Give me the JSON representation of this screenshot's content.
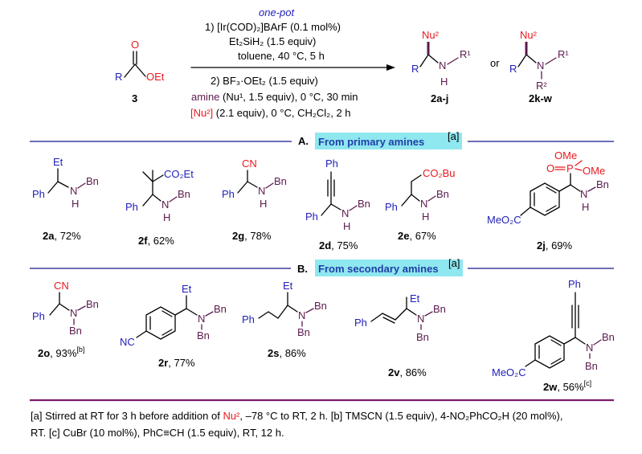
{
  "conditions": {
    "one_pot": "one-pot",
    "step1_catalyst": "1) [Ir(COD)₂]BArF (0.1 mol%)",
    "step1_silane": "Et₂SiH₂ (1.5 equiv)",
    "step1_solvent": "toluene, 40 °C, 5 h",
    "step2_acid": "2) BF₃·OEt₂ (1.5 equiv)",
    "step2_amine_word": "amine",
    "step2_amine_rest": " (Nu¹, 1.5 equiv), 0 °C, 30 min",
    "step2_nu2_label": "[Nu²]",
    "step2_nu2_rest": " (2.1 equiv), 0 °C, CH₂Cl₂, 2 h",
    "or_word": "or"
  },
  "starting_material": {
    "number": "3",
    "r": "R",
    "o": "O",
    "oet": "OEt"
  },
  "products": {
    "sec_label": "2a-j",
    "tert_label": "2k-w",
    "nu2": "Nu²",
    "r": "R",
    "n": "N",
    "h": "H",
    "r1": "R¹",
    "r2": "R²"
  },
  "sections": {
    "a_letter": "A.",
    "a_title": "From primary amines",
    "a_note": "[a]",
    "b_letter": "B.",
    "b_title": "From secondary amines",
    "b_note": "[a]"
  },
  "compounds_a": [
    {
      "id": "2a",
      "yield": ", 72%"
    },
    {
      "id": "2f",
      "yield": ", 62%"
    },
    {
      "id": "2g",
      "yield": ", 78%"
    },
    {
      "id": "2d",
      "yield": ", 75%"
    },
    {
      "id": "2e",
      "yield": ", 67%"
    },
    {
      "id": "2j",
      "yield": ", 69%"
    }
  ],
  "compounds_b": [
    {
      "id": "2o",
      "yield": ", 93%",
      "note": "[b]"
    },
    {
      "id": "2r",
      "yield": ", 77%"
    },
    {
      "id": "2s",
      "yield": ", 86%"
    },
    {
      "id": "2v",
      "yield": ", 86%"
    },
    {
      "id": "2w",
      "yield": ", 56%",
      "note": "[c]"
    }
  ],
  "atoms": {
    "et": "Et",
    "ph": "Ph",
    "n": "N",
    "h": "H",
    "bn": "Bn",
    "cn": "CN",
    "co2et": "CO₂Et",
    "co2bu": "CO₂Bu",
    "p": "P",
    "o": "O",
    "ome": "OMe",
    "meo2c": "MeO₂C",
    "nc": "NC"
  },
  "footnote": {
    "line1_a": "[a] Stirred at RT for 3 h before addition of ",
    "line1_nu2": "Nu²",
    "line1_b": ", –78 °C to RT,  2 h. [b] TMSCN (1.5 equiv), 4-NO₂PhCO₂H (20 mol%),",
    "line2": "RT.  [c] CuBr (10 mol%), PhC≡CH (1.5 equiv), RT,  12 h."
  },
  "colors": {
    "blue_text": "#1f1fb8",
    "red_text": "#e8191f",
    "purple_text": "#5b1a4d",
    "header_fill": "#8fe7ef",
    "section_rule": "#3b3f9e",
    "footer_rule": "#7b1a6e"
  }
}
